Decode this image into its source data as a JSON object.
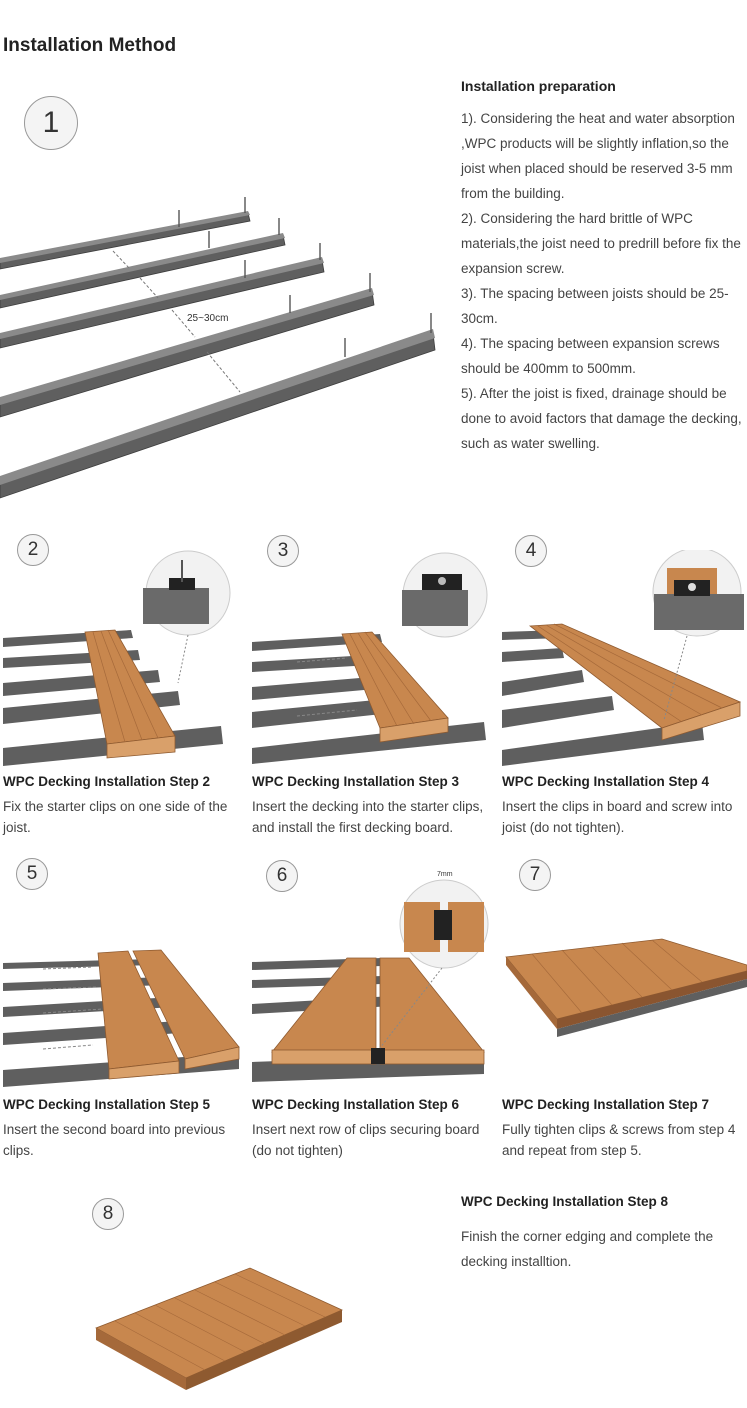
{
  "page_title": "Installation Method",
  "step1": {
    "number": "1",
    "spacing_label": "25~30cm",
    "prep_title": "Installation preparation",
    "prep_items": [
      "1). Considering the heat and water absorption ,WPC products will be slightly inflation,so the joist when placed should be reserved 3-5 mm from the building.",
      "2). Considering the hard brittle of WPC materials,the joist need to predrill before fix the expansion screw.",
      "3). The spacing between joists should be 25-30cm.",
      "4). The spacing between expansion screws should be 400mm to 500mm.",
      "5). After the joist is fixed, drainage should be done to avoid factors that damage the decking, such as water swelling."
    ]
  },
  "steps": [
    {
      "number": "2",
      "title": "WPC Decking Installation Step 2",
      "desc": "Fix the starter clips on one side of the joist."
    },
    {
      "number": "3",
      "title": "WPC Decking Installation Step 3",
      "desc": "Insert the decking into the starter clips, and install the first decking board."
    },
    {
      "number": "4",
      "title": "WPC Decking Installation Step 4",
      "desc": "Insert the clips in board and screw into joist (do not tighten)."
    },
    {
      "number": "5",
      "title": "WPC Decking Installation Step 5",
      "desc": "Insert the second board into previous clips."
    },
    {
      "number": "6",
      "title": "WPC Decking Installation Step 6",
      "desc": "Insert next row of clips securing board (do not tighten)",
      "gap_label": "7mm"
    },
    {
      "number": "7",
      "title": "WPC Decking Installation Step 7",
      "desc": "Fully tighten clips & screws from step 4 and repeat from step 5."
    },
    {
      "number": "8",
      "title": "WPC Decking Installation Step 8",
      "desc": "Finish the corner edging and complete the decking installtion."
    }
  ],
  "colors": {
    "joist": "#5e5e5e",
    "joist_top": "#7a7a7a",
    "wood": "#c8874e",
    "wood_dark": "#a5693a",
    "wood_light": "#d9a06a"
  }
}
